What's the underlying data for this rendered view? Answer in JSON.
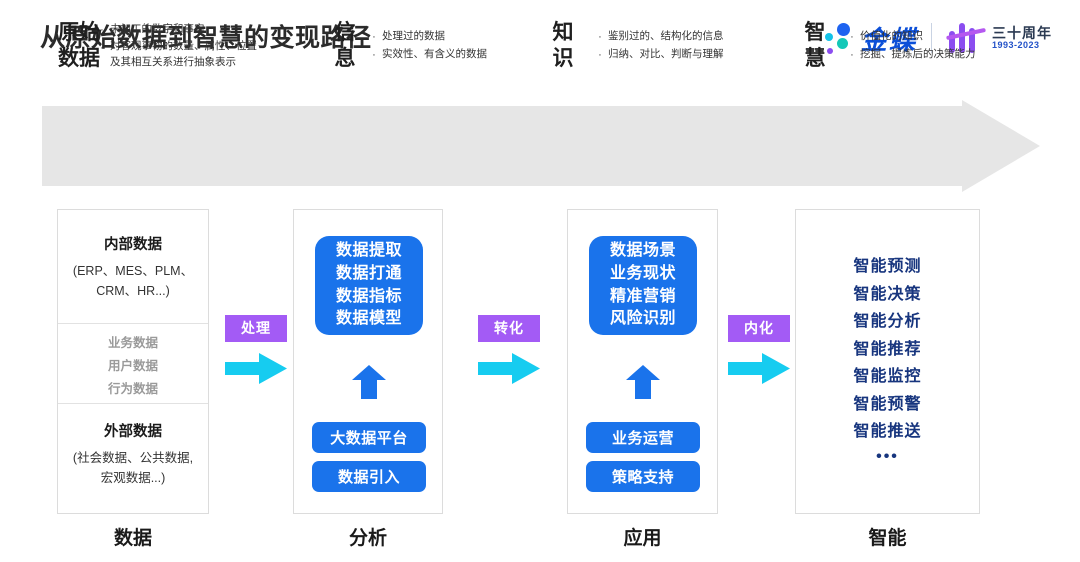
{
  "header": {
    "title": "从原始数据到智慧的变现路径",
    "brand_name": "金蝶",
    "anniversary_cn": "三十周年",
    "anniversary_years": "1993-2023"
  },
  "banner": {
    "stages": [
      {
        "key": "原始\n数据",
        "key_line1": "原始",
        "key_line2": "数据",
        "bullets": [
          "未加工的数字和事实",
          "对客观事物的数量、属性、位置及其相互关系进行抽象表示"
        ]
      },
      {
        "key_line1": "信",
        "key_line2": "息",
        "bullets": [
          "处理过的数据",
          "实效性、有含义的数据"
        ]
      },
      {
        "key_line1": "知",
        "key_line2": "识",
        "bullets": [
          "鉴别过的、结构化的信息",
          "归纳、对比、判断与理解"
        ]
      },
      {
        "key_line1": "智",
        "key_line2": "慧",
        "bullets": [
          "价值化的知识",
          "挖掘、提炼后的决策能力"
        ]
      }
    ]
  },
  "columns": {
    "data": {
      "label": "数据",
      "internal_title": "内部数据",
      "internal_sub_line1": "(ERP、MES、PLM、",
      "internal_sub_line2": "CRM、HR...)",
      "middle_items": [
        "业务数据",
        "用户数据",
        "行为数据"
      ],
      "external_title": "外部数据",
      "external_sub_line1": "(社会数据、公共数据,",
      "external_sub_line2": "宏观数据...)"
    },
    "analysis": {
      "label": "分析",
      "card_lines": [
        "数据提取",
        "数据打通",
        "数据指标",
        "数据模型"
      ],
      "pills": [
        "大数据平台",
        "数据引入"
      ]
    },
    "application": {
      "label": "应用",
      "card_lines": [
        "数据场景",
        "业务现状",
        "精准营销",
        "风险识别"
      ],
      "pills": [
        "业务运营",
        "策略支持"
      ]
    },
    "intelligence": {
      "label": "智能",
      "items": [
        "智能预测",
        "智能决策",
        "智能分析",
        "智能推荐",
        "智能监控",
        "智能预警",
        "智能推送"
      ],
      "ellipsis": "•••"
    }
  },
  "connectors": [
    {
      "label": "处理"
    },
    {
      "label": "转化"
    },
    {
      "label": "内化"
    }
  ],
  "colors": {
    "blue": "#1a73eb",
    "navy": "#17357e",
    "purple": "#a35bf5",
    "cyan": "#16ccf0",
    "banner_gray": "#e6e6e6",
    "brand_blue": "#0b4fd8"
  }
}
